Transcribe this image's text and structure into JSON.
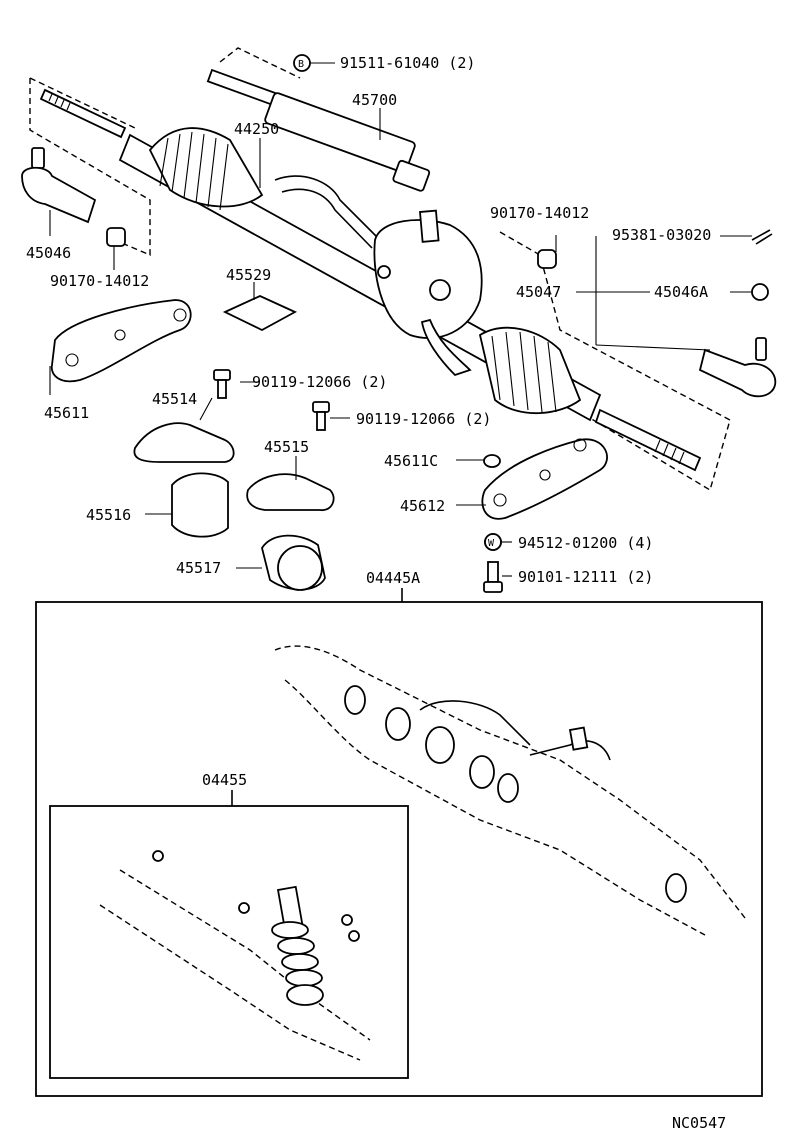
{
  "labels": {
    "p91511": "91511-61040 (2)",
    "p45700": "45700",
    "p44250": "44250",
    "p45046": "45046",
    "p90170a": "90170-14012",
    "p45529": "45529",
    "p90170b": "90170-14012",
    "p95381": "95381-03020",
    "p45047": "45047",
    "p45046A": "45046A",
    "p45611": "45611",
    "p90119a": "90119-12066 (2)",
    "p45514": "45514",
    "p90119b": "90119-12066 (2)",
    "p45515": "45515",
    "p45611C": "45611C",
    "p45612": "45612",
    "p45516": "45516",
    "p94512": "94512-01200 (4)",
    "p45517": "45517",
    "p90101": "90101-12111 (2)",
    "p04445A": "04445A",
    "p04455": "04455"
  },
  "markers": {
    "b": "B",
    "w": "W"
  },
  "diagram_code": "NC0547"
}
